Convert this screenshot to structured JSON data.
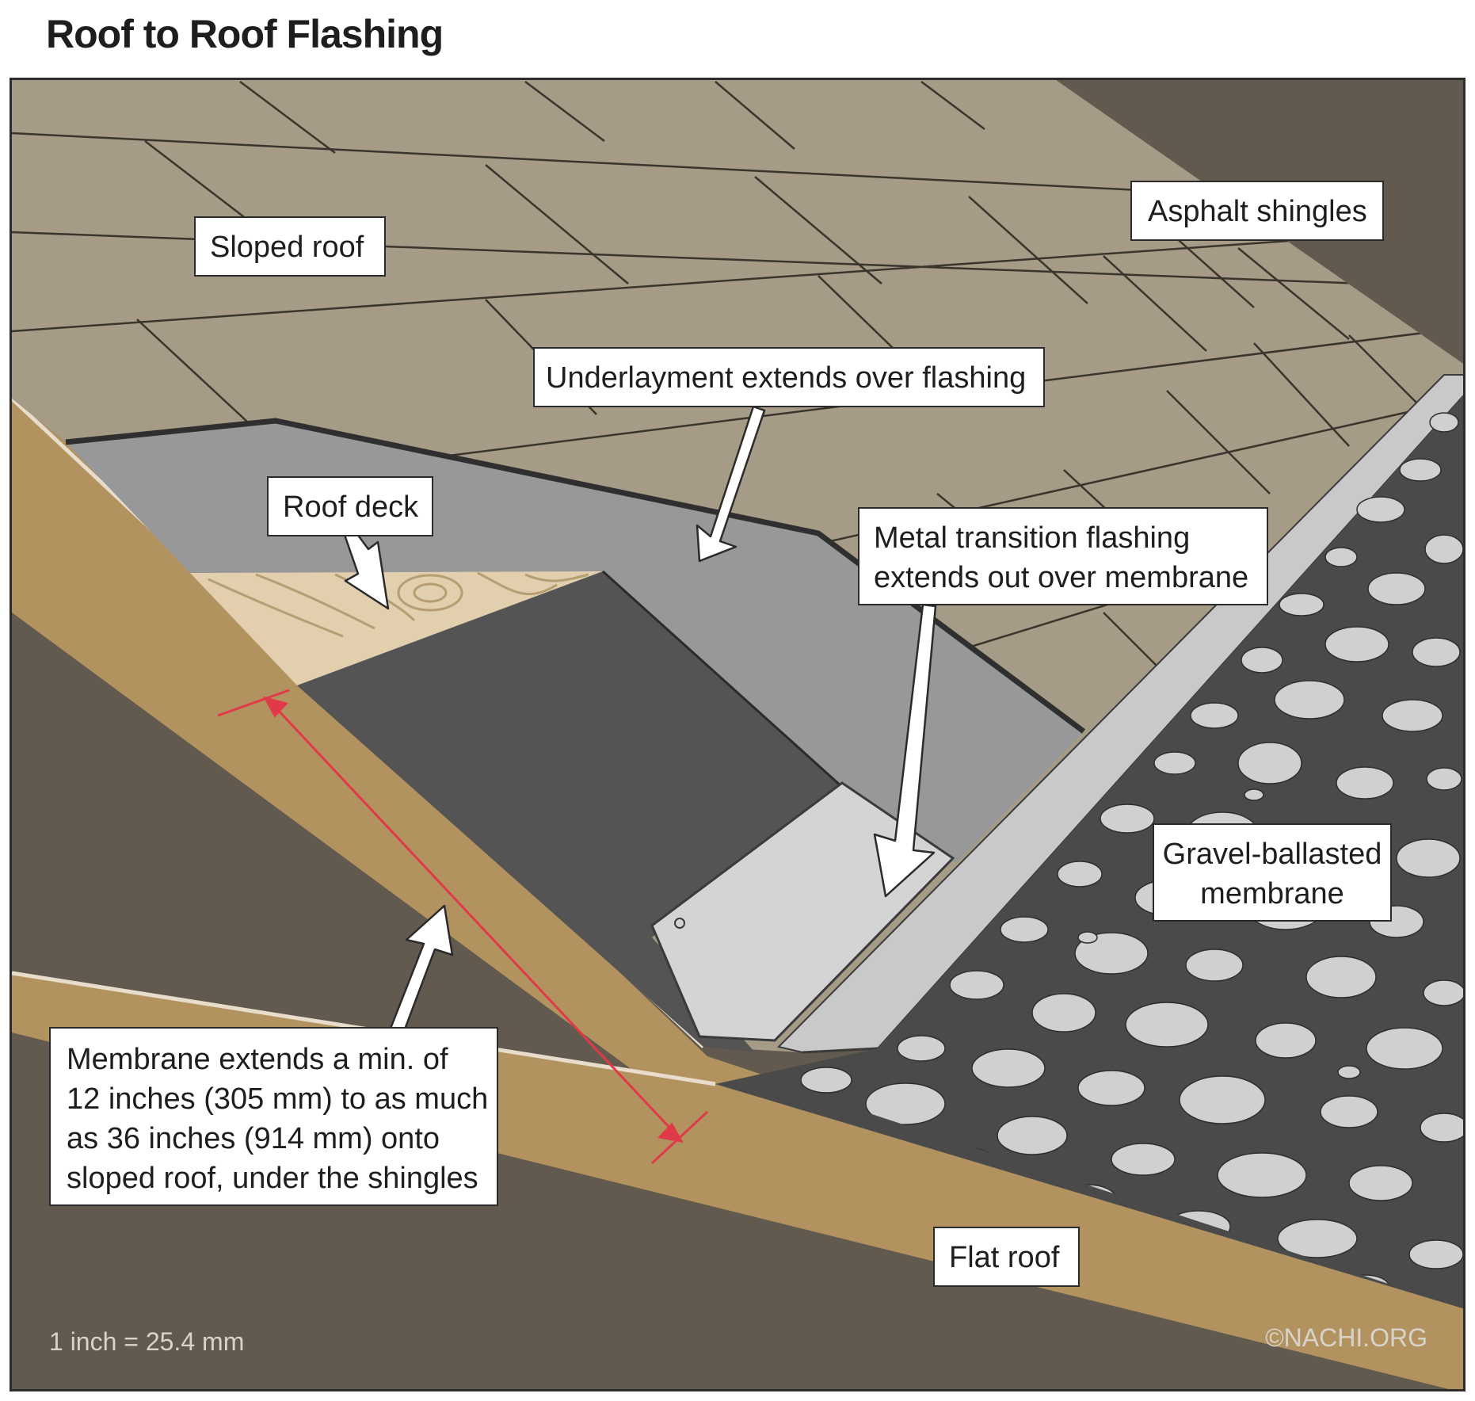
{
  "title": "Roof to Roof Flashing",
  "labels": {
    "sloped_roof": "Sloped roof",
    "asphalt_shingles": "Asphalt shingles",
    "underlayment": "Underlayment extends over flashing",
    "roof_deck": "Roof deck",
    "metal_flashing_line1": "Metal transition flashing",
    "metal_flashing_line2": "extends out over membrane",
    "gravel_line1": "Gravel-ballasted",
    "gravel_line2": "membrane",
    "membrane_line1": "Membrane extends a min. of",
    "membrane_line2": "12 inches (305 mm) to as much",
    "membrane_line3": "as 36 inches (914 mm) onto",
    "membrane_line4": "sloped roof, under the shingles",
    "flat_roof": "Flat roof"
  },
  "footer": {
    "conversion": "1 inch = 25.4 mm",
    "credit": "©NACHI.ORG"
  },
  "colors": {
    "shingles": "#a59b86",
    "underlayment": "#97989a",
    "membrane": "#545454",
    "flashing": "#d4d4d4",
    "gravel_base": "#4a4a4a",
    "gravel_stone": "#cfd0d2",
    "wood": "#b2925f",
    "roof_deck": "#e2cfae",
    "wall": "#625a4e",
    "dimension": "#e03a48"
  }
}
